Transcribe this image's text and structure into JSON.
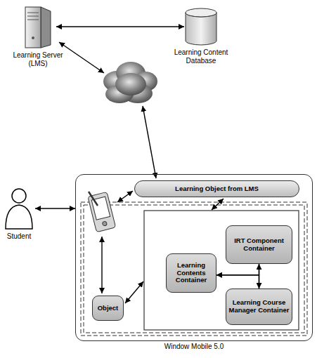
{
  "diagram": {
    "nodes": [
      {
        "text": [
          "Learning Server (LMS)"
        ]
      },
      {
        "text": [
          "Learning Content Database"
        ]
      },
      {
        "text": [
          "Student"
        ]
      },
      {
        "text": [
          "Window Mobile 5.0"
        ]
      },
      {
        "text": [
          "Learning Object from LMS"
        ],
        "in": 3
      },
      {
        "text": [
          "Object"
        ],
        "in": 3
      },
      {
        "text": [
          "Learning Contents Container"
        ],
        "in": 3
      },
      {
        "text": [
          "IRT Component Container"
        ],
        "in": 3
      },
      {
        "text": [
          "Learning Course Manager Container"
        ],
        "in": 3
      }
    ],
    "edges": [
      {
        "from": 0,
        "to": 1,
        "arrow": "both"
      },
      {
        "from": 2,
        "to": 3,
        "arrow": "both"
      },
      {
        "from": 7,
        "to": 6,
        "arrow": "to"
      },
      {
        "from": 8,
        "to": 6,
        "arrow": "to"
      },
      {
        "from": 7,
        "to": 8,
        "arrow": "both"
      }
    ]
  }
}
